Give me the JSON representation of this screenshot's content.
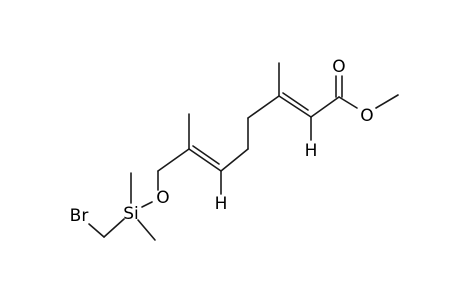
{
  "molecule": {
    "atoms": {
      "carbonyl_oxygen": "O",
      "ester_oxygen": "O",
      "alkene_h_right": "H",
      "alkene_h_left": "H",
      "ether_oxygen": "O",
      "silicon": "Si",
      "bromine": "Br"
    }
  }
}
